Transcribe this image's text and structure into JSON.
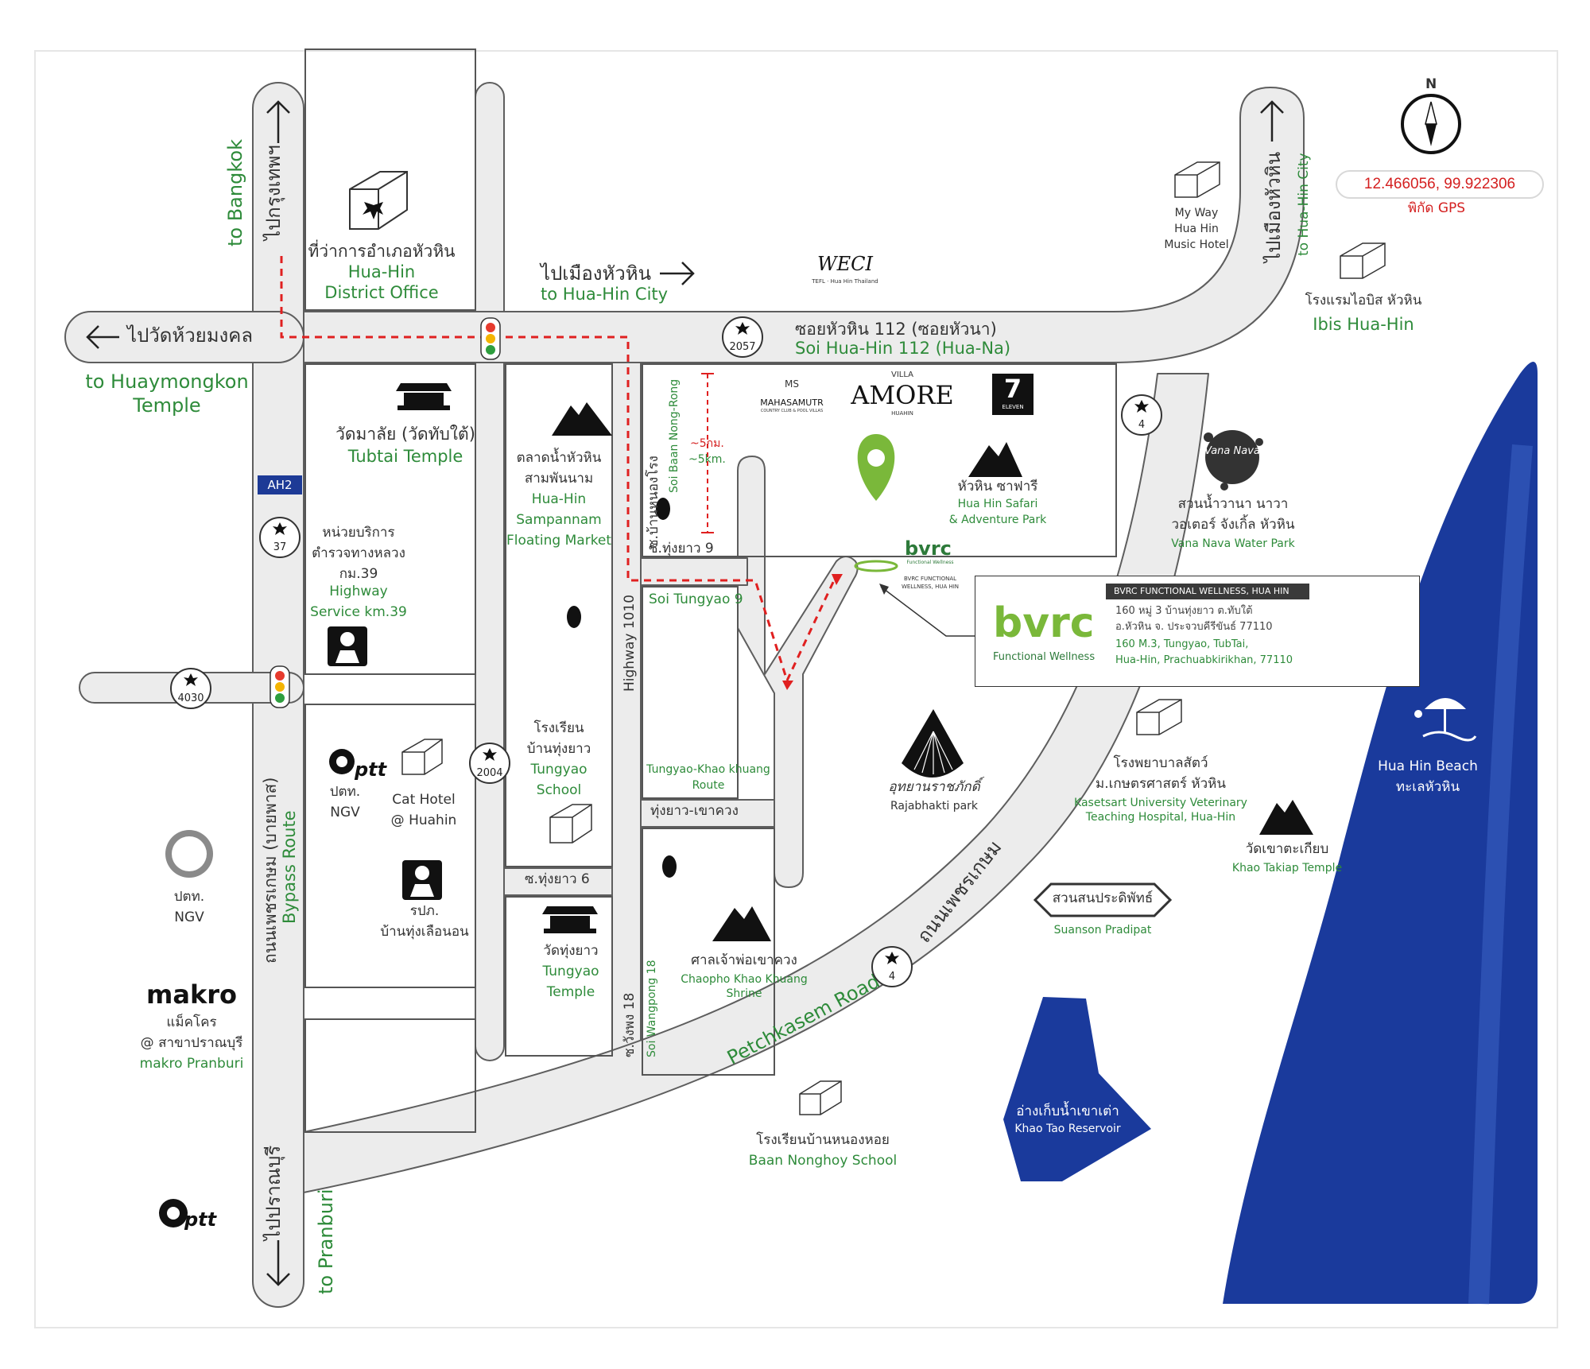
{
  "labels": {
    "to_bangkok_en": "to Bangkok",
    "to_bangkok_th": "ไปกรุงเทพฯ",
    "to_pranburi_en": "to Pranburi",
    "to_pranburi_th": "ไปปราณบุรี",
    "bypass_en": "Bypass Route",
    "bypass_th": "ถนนเพชรเกษม (บายพาส)",
    "to_huahin_city_top_th": "ไปเมืองหัวหิน",
    "to_huahin_city_top_en": "to Hua-Hin City",
    "to_huahin_city_right_th": "ไปเมืองหัวหิน",
    "to_huahin_city_right_en": "to Hua-Hin City",
    "huaymongkon_th": "ไปวัดห้วยมงคล",
    "huaymongkon_en_1": "to Huaymongkon",
    "huaymongkon_en_2": "Temple",
    "soi112_th": "ซอยหัวหิน 112 (ซอยหัวนา)",
    "soi112_en": "Soi Hua-Hin 112 (Hua-Na)",
    "nongrong_th": "ซ.บ้านหนองโรง",
    "nongrong_en": "Soi Baan Nong-Rong",
    "dist_km_th": "~5กม.",
    "dist_km_en": "~5km.",
    "tungyao9_th": "ซ.ทุ่งยาว 9",
    "tungyao9_en": "Soi Tungyao 9",
    "hwy1010": "Highway 1010",
    "tungyao_khaokhuang_th": "ทุ่งยาว-เขาควง",
    "tungyao_route_1": "Tungyao-Khao khuang",
    "tungyao_route_2": "Route",
    "tungyao6_th": "ซ.ทุ่งยาว 6",
    "wangpong_th": "ซ.วังพง 18",
    "wangpong_en": "Soi Wangpong 18",
    "petchkasem_en": "Petchkasem Road",
    "petchkasem_th": "ถนนเพชรเกษม",
    "ah2": "AH2",
    "gps_coords": "12.466056, 99.922306",
    "gps_label": "พิกัด GPS",
    "compass_n": "N"
  },
  "shields": {
    "r37": "37",
    "r4030": "4030",
    "r2004": "2004",
    "r2057": "2057",
    "r4_top": "4",
    "r4_bottom": "4"
  },
  "places": {
    "district_office": {
      "th": "ที่ว่าการอำเภอหัวหิน",
      "en_1": "Hua-Hin",
      "en_2": "District Office"
    },
    "tubtai": {
      "th": "วัดมาลัย (วัดทับใต้)",
      "en": "Tubtai Temple"
    },
    "floating_market": {
      "th_1": "ตลาดน้ำหัวหิน",
      "th_2": "สามพันนาม",
      "en_1": "Hua-Hin",
      "en_2": "Sampannam",
      "en_3": "Floating Market"
    },
    "highway_service": {
      "th_1": "หน่วยบริการ",
      "th_2": "ตำรวจทางหลวง",
      "th_3": "กม.39",
      "en_1": "Highway",
      "en_2": "Service km.39"
    },
    "ptt_ngv_inner": {
      "th": "ปตท.",
      "en": "NGV"
    },
    "cat_hotel": {
      "line_1": "Cat Hotel",
      "line_2": "@ Huahin"
    },
    "police": {
      "th_1": "รปภ.",
      "th_2": "บ้านทุ่งเลือนอน"
    },
    "tungyao_school": {
      "th_1": "โรงเรียน",
      "th_2": "บ้านทุ่งยาว",
      "en_1": "Tungyao",
      "en_2": "School"
    },
    "tungyao_temple": {
      "th": "วัดทุ่งยาว",
      "en_1": "Tungyao",
      "en_2": "Temple"
    },
    "pt_ngv": {
      "th": "ปตท.",
      "en": "NGV"
    },
    "makro": {
      "logo": "makro",
      "th_1": "แม็คโคร",
      "th_2": "@ สาขาปราณบุรี",
      "en": "makro Pranburi"
    },
    "hua_hin_safari": {
      "th": "หัวหิน ซาฟารี",
      "en_1": "Hua Hin Safari",
      "en_2": "& Adventure Park"
    },
    "vana_nava": {
      "th_1": "สวนน้ำวานา นาวา",
      "th_2": "วอเตอร์ จังเกิ้ล หัวหิน",
      "en": "Vana Nava Water Park"
    },
    "my_way": {
      "line_1": "My Way",
      "line_2": "Hua Hin",
      "line_3": "Music Hotel"
    },
    "ibis": {
      "th": "โรงแรมไอบิส หัวหิน",
      "en": "Ibis Hua-Hin"
    },
    "vet_hospital": {
      "th_1": "โรงพยาบาลสัตว์",
      "th_2": "ม.เกษตรศาสตร์ หัวหิน",
      "en_1": "Kasetsart University Veterinary",
      "en_2": "Teaching Hospital, Hua-Hin"
    },
    "khao_takiap": {
      "th": "วัดเขาตะเกียบ",
      "en": "Khao Takiap Temple"
    },
    "rajabhakti": {
      "th": "อุทยานราชภักดิ์",
      "en": "Rajabhakti park"
    },
    "chaopho": {
      "th": "ศาลเจ้าพ่อเขาควง",
      "en_1": "Chaopho Khao Khuang",
      "en_2": "Shrine"
    },
    "suanson": {
      "th": "สวนสนประดิพัทธ์",
      "en": "Suanson Pradipat"
    },
    "nonghoy_school": {
      "th": "โรงเรียนบ้านหนองหอย",
      "en": "Baan Nonghoy School"
    },
    "khao_tao": {
      "th": "อ่างเก็บน้ำเขาเต่า",
      "en": "Khao Tao Reservoir"
    },
    "beach": {
      "en": "Hua Hin Beach",
      "th": "ทะเลหัวหิน"
    }
  },
  "logos": {
    "weci": "WECI",
    "weci_sub": "TEFL · Hua Hin Thailand",
    "mahasamutr": "MAHASAMUTR",
    "mahasamutr_mark": "MS",
    "mahasamutr_sub": "COUNTRY CLUB & POOL VILLAS",
    "amore": "AMORE",
    "amore_villa": "VILLA",
    "amore_sub": "HUAHIN",
    "seven_eleven": "7",
    "seven_eleven_sub": "ELEVEN",
    "ptt": "ptt",
    "vana_nava_logo": "Vana Nava",
    "bvrc_mark": "bvrc",
    "bvrc_mark_sub": "Functional Wellness",
    "bvrc_pin_sub_1": "BVRC FUNCTIONAL",
    "bvrc_pin_sub_2": "WELLNESS, HUA HIN"
  },
  "info_card": {
    "title": "BVRC FUNCTIONAL WELLNESS, HUA HIN",
    "addr_th_1": "160 หมู่ 3  บ้านทุ่งยาว ต.ทับใต้",
    "addr_th_2": "อ.หัวหิน  จ. ประจวบคีรีขันธ์   77110",
    "addr_en_1": "160 M.3, Tungyao, TubTai,",
    "addr_en_2": "Hua-Hin, Prachuabkirikhan, 77110",
    "logo": "bvrc",
    "logo_sub": "Functional Wellness"
  },
  "colors": {
    "road_fill": "#ececec",
    "road_edge": "#5e5e5e",
    "sea": "#1a3a9c",
    "label_green": "#2e8b3a",
    "gps_red": "#d42020",
    "route_dash": "#e02020",
    "pin_green": "#7ab83a"
  }
}
